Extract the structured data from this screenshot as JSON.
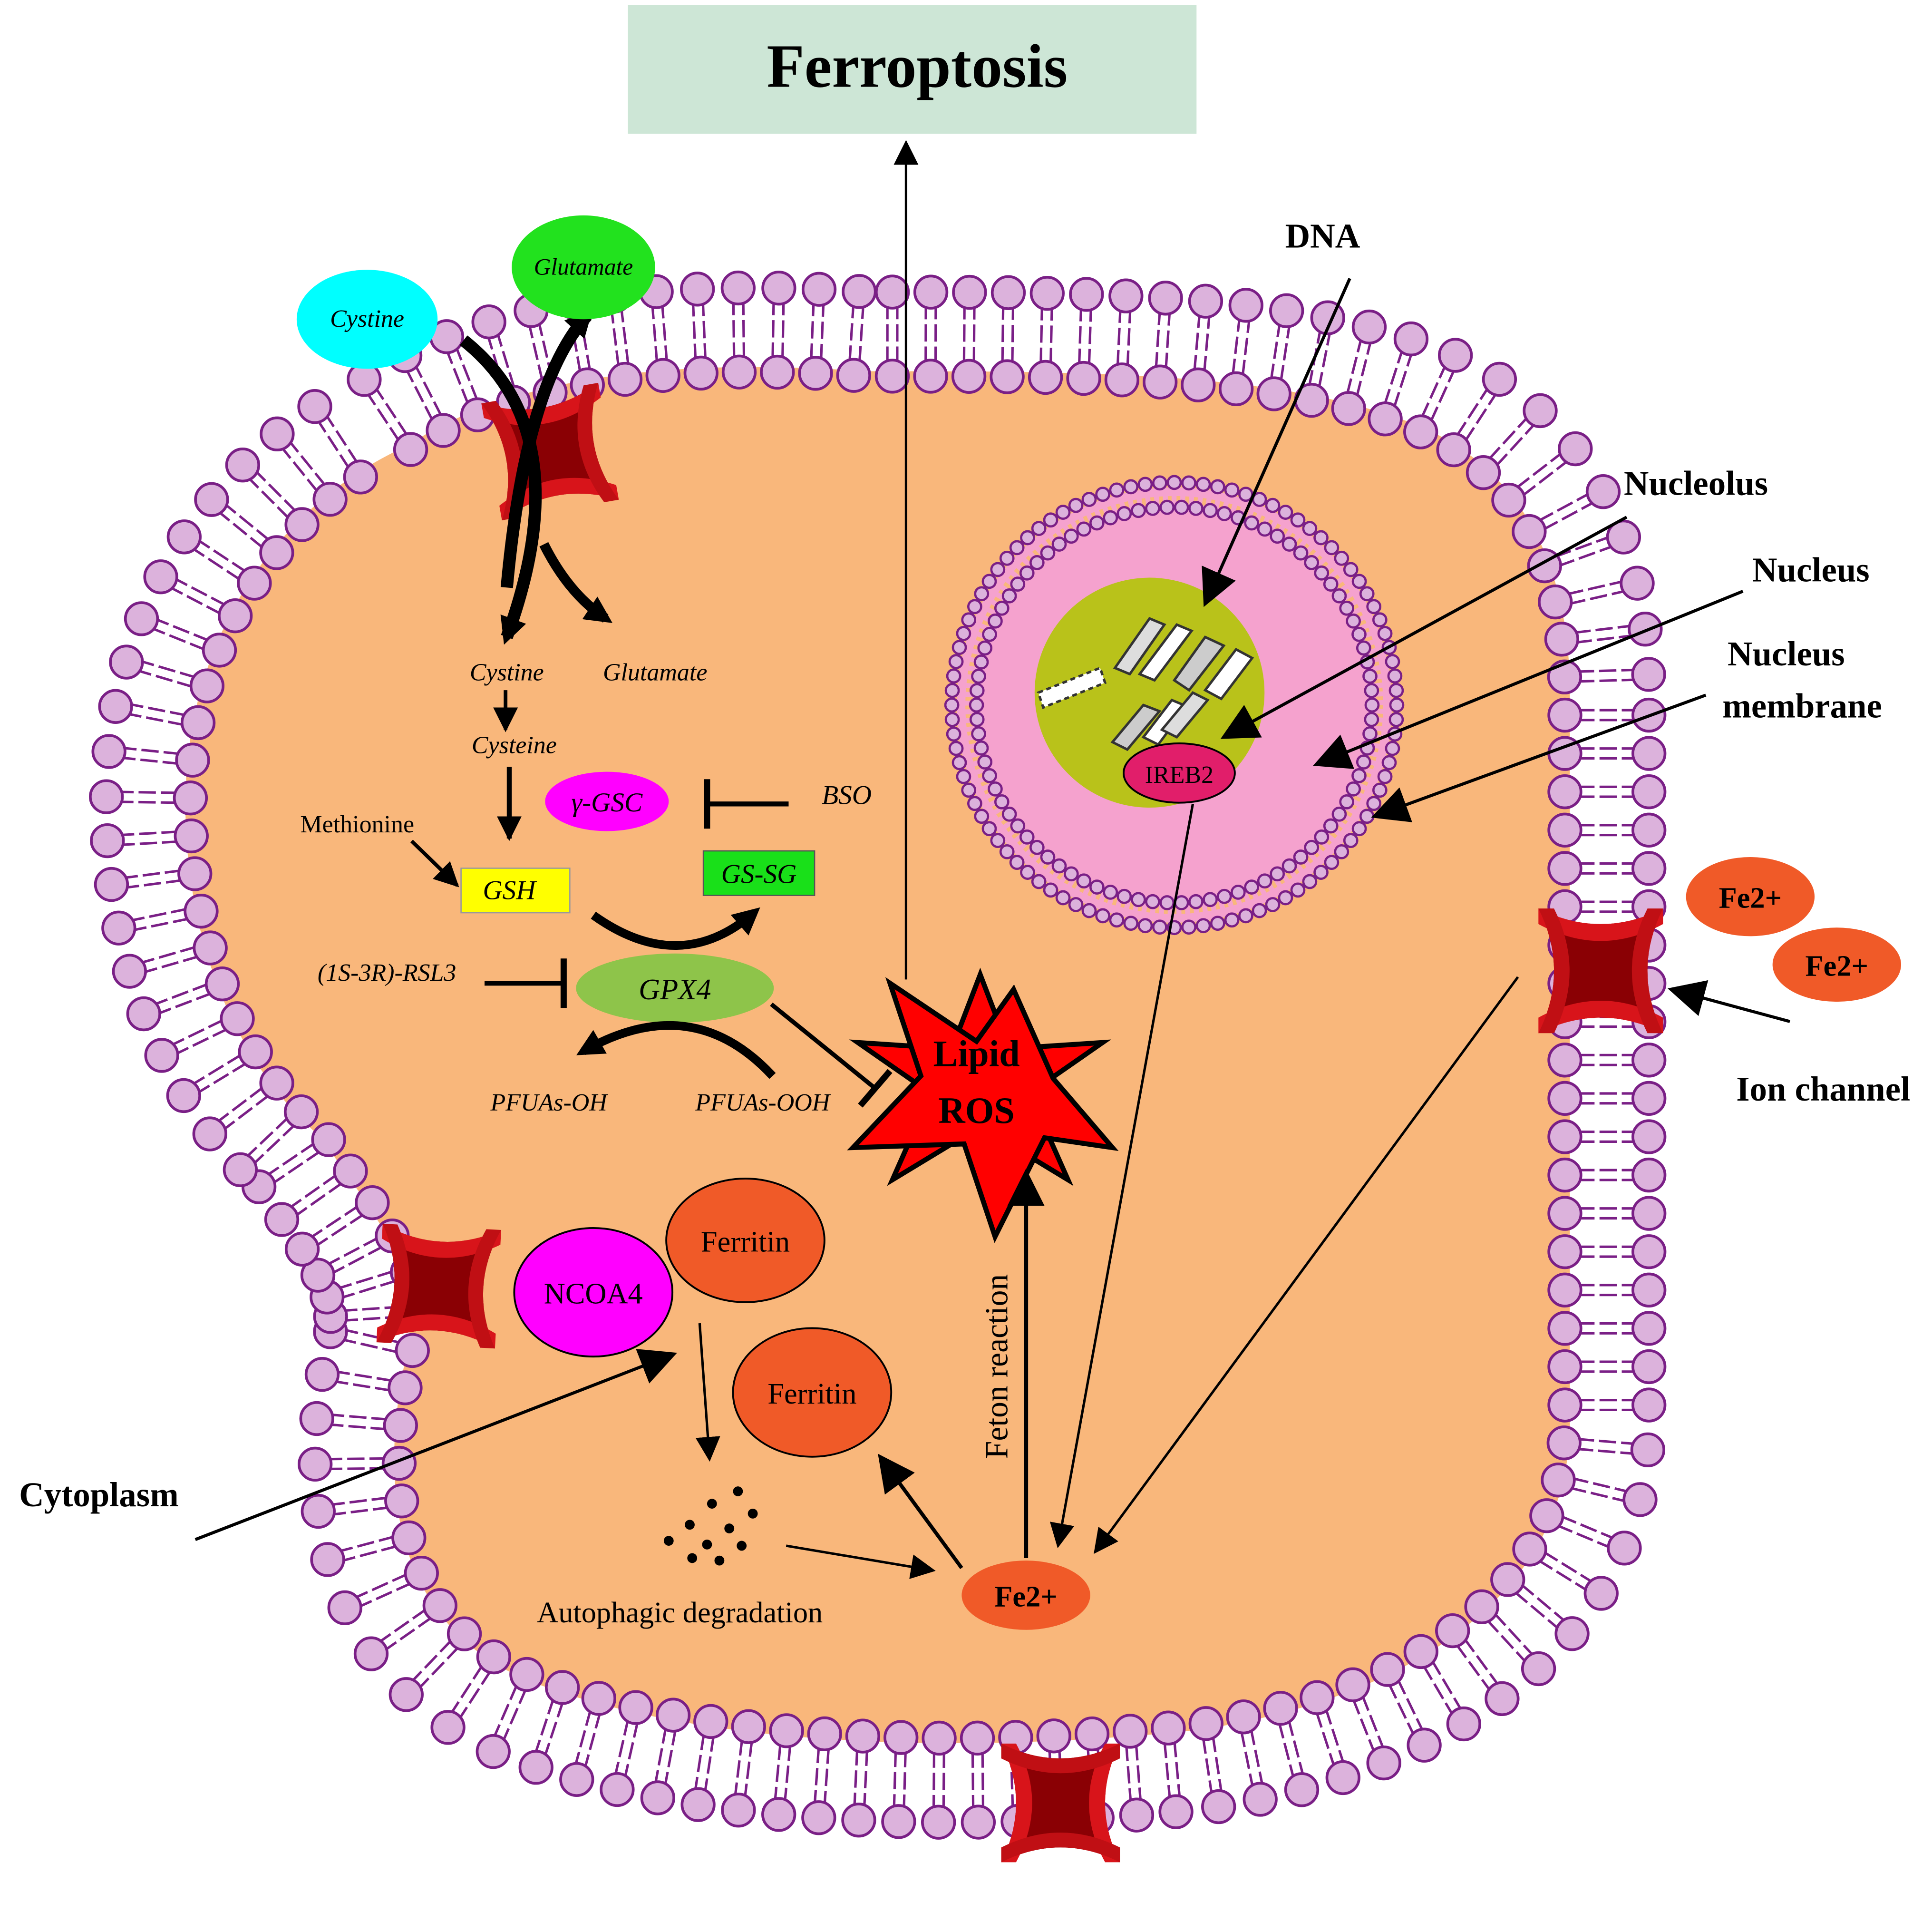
{
  "title": "Ferroptosis",
  "colors": {
    "cytoplasm": "#f9b77b",
    "membrane_head": "#dcb2dc",
    "membrane_stroke": "#7a1f86",
    "channel": "#c00f14",
    "channel_dark": "#8a0004",
    "title_box": "#cde6d6",
    "nucleus": "#f5a2ce",
    "nucleolus": "#b9c21a",
    "ireb2": "#e11e6a",
    "cystine": "#00ffff",
    "glutamate": "#22e21e",
    "gamma_gsc": "#ff00ff",
    "gsh": "#ffff00",
    "gssg": "#19e019",
    "gpx4": "#8ec44a",
    "ros": "#ff0000",
    "ferritin": "#f05a28",
    "ncoa4": "#ff00ff",
    "fe": "#f05a28"
  },
  "labels": {
    "cystine_outside": "Cystine",
    "glutamate_outside": "Glutamate",
    "cystine_inside": "Cystine",
    "glutamate_inside": "Glutamate",
    "cysteine": "Cysteine",
    "gamma_gsc": "γ-GSC",
    "bso": "BSO",
    "methionine": "Methionine",
    "gsh": "GSH",
    "gssg": "GS-SG",
    "rsl3": "(1S-3R)-RSL3",
    "gpx4": "GPX4",
    "pufa_oh": "PFUAs-OH",
    "pufa_ooh": "PFUAs-OOH",
    "lipid": "Lipid",
    "ros": "ROS",
    "ireb2": "IREB2",
    "dna": "DNA",
    "nucleolus": "Nucleolus",
    "nucleus": "Nucleus",
    "nucleus_membrane_1": "Nucleus",
    "nucleus_membrane_2": "membrane",
    "fe_outside_1": "Fe2+",
    "fe_outside_2": "Fe2+",
    "ion_channel": "Ion channel",
    "ncoa4": "NCOA4",
    "ferritin_1": "Ferritin",
    "ferritin_2": "Ferritin",
    "feton": "Feton reaction",
    "fe_inside": "Fe2+",
    "autophagic": "Autophagic degradation",
    "cytoplasm": "Cytoplasm"
  }
}
